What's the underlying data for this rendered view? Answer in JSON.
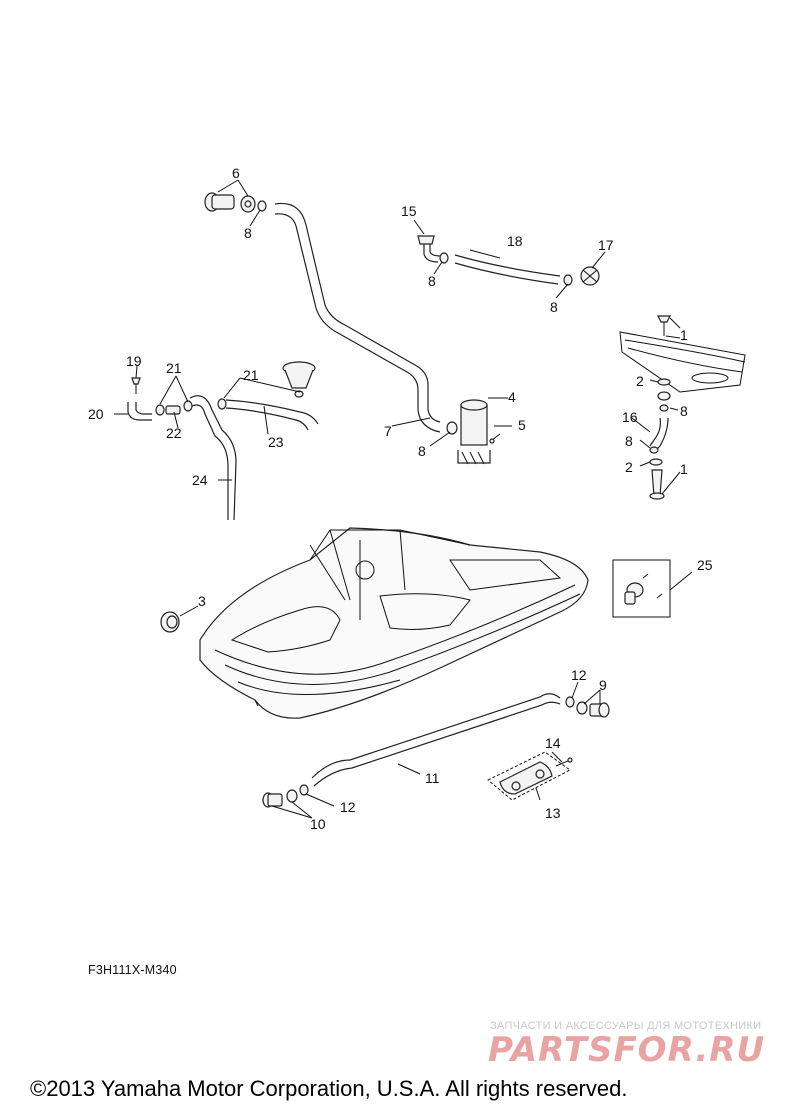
{
  "callouts": {
    "c1a": "1",
    "c1b": "1",
    "c2a": "2",
    "c2b": "2",
    "c3": "3",
    "c4": "4",
    "c5": "5",
    "c6": "6",
    "c7": "7",
    "c8a": "8",
    "c8b": "8",
    "c8c": "8",
    "c8d": "8",
    "c8e": "8",
    "c8f": "8",
    "c9": "9",
    "c10": "10",
    "c11": "11",
    "c12a": "12",
    "c12b": "12",
    "c13": "13",
    "c14": "14",
    "c15": "15",
    "c16": "16",
    "c17": "17",
    "c18": "18",
    "c19": "19",
    "c20": "20",
    "c21a": "21",
    "c21b": "21",
    "c22": "22",
    "c23": "23",
    "c24": "24",
    "c25": "25"
  },
  "drawing_code": "F3H111X-M340",
  "watermark": {
    "tagline": "ЗАПЧАСТИ И АКСЕССУАРЫ ДЛЯ МОТОТЕХНИКИ",
    "logo": "PARTSFOR.RU"
  },
  "copyright": "©2013 Yamaha Motor Corporation, U.S.A. All rights reserved."
}
